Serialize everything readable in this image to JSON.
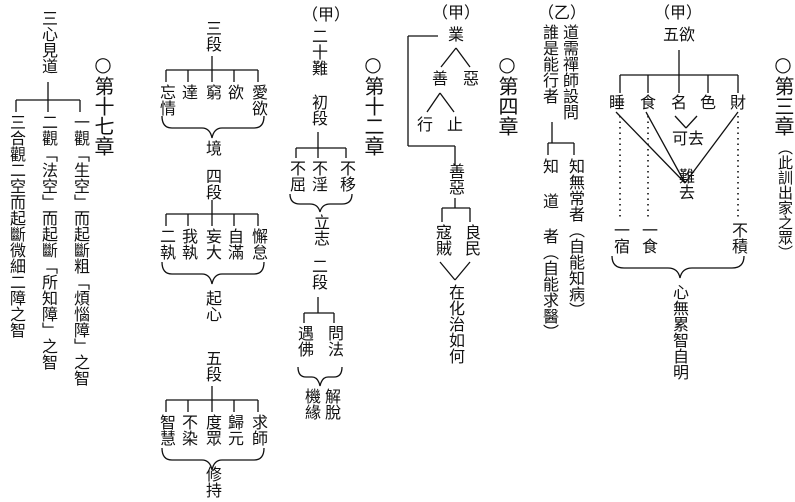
{
  "ch3": {
    "title": "○第三章",
    "note": "（此訓出家之眾）",
    "jia": "（甲）",
    "wuyu": "五欲",
    "items": [
      "財",
      "色",
      "名",
      "食",
      "睡"
    ],
    "kequ": "可去",
    "nanqu": "難去",
    "buji": "不積",
    "yishi": "一食",
    "yisu": "一宿",
    "result": "心無累智自明"
  },
  "ch4": {
    "title": "○第四章",
    "yi": "（乙）",
    "title_q": "道需禪師設問",
    "who": "誰是能行者",
    "a1": "知無常者（自能知病）",
    "a2": "知 道 者（自能求醫）"
  },
  "ch4b": {
    "jia": "（甲）",
    "ye": "業",
    "shan": "善",
    "e": "惡",
    "xing": "行",
    "zhi": "止",
    "shane": "善惡",
    "liangmin": "良民",
    "kouzei": "寇賊",
    "result": "在化治如何"
  },
  "ch12": {
    "title": "○第十二章",
    "jia": "（甲）",
    "twenty": "二十難",
    "chuduan": "初段",
    "buyi": "不移",
    "buyin": "不淫",
    "buqu": "不屈",
    "lizhi": "立志",
    "erduan": "二段",
    "wenfa": "問法",
    "yufo": "遇佛",
    "jietuo": "解脫",
    "jiyuan": "機緣"
  },
  "mid": {
    "sanduan": "三段",
    "items3": [
      "愛欲",
      "欲",
      "窮",
      "達",
      "忘情"
    ],
    "jing": "境",
    "siduan": "四段",
    "items4": [
      "懈怠",
      "自滿",
      "妄大",
      "我執",
      "二執"
    ],
    "qixin": "起心",
    "wuduan": "五段",
    "items5": [
      "求師",
      "歸元",
      "度眾",
      "不染",
      "智慧"
    ],
    "xiuchi": "修持"
  },
  "ch17": {
    "title": "○第十七章",
    "sanxin": "三心見道",
    "g1": "一觀「生空」而起斷粗「煩惱障」之智",
    "g2": "二觀「法空」而起斷「所知障」之智",
    "g3": "三合觀二空而起斷微細二障之智"
  }
}
